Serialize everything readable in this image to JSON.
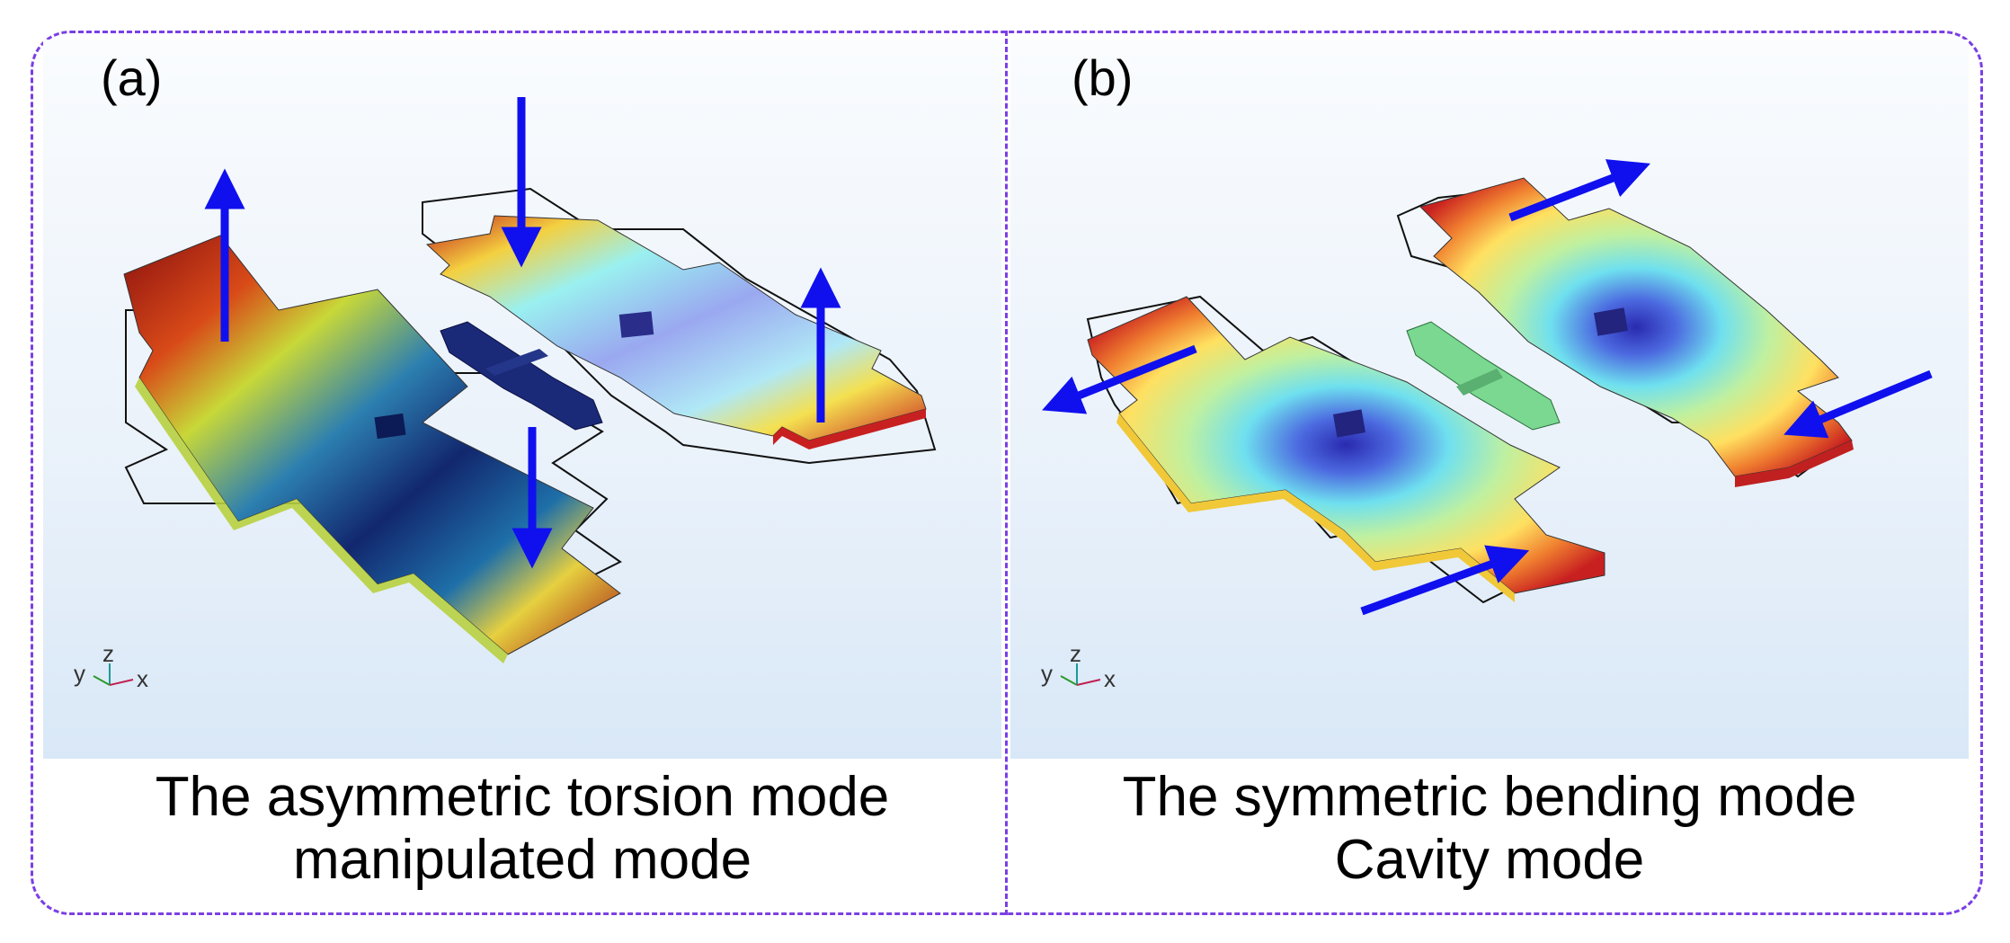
{
  "panels": [
    {
      "label": "(a)",
      "caption_line1": "The asymmetric torsion  mode",
      "caption_line2": "manipulated mode",
      "axes": {
        "y": "y",
        "z": "z",
        "x": "x"
      }
    },
    {
      "label": "(b)",
      "caption_line1": "The symmetric bending mode",
      "caption_line2": "Cavity mode",
      "axes": {
        "y": "y",
        "z": "z",
        "x": "x"
      }
    }
  ],
  "colors": {
    "border": "#7b3fe4",
    "arrow": "#1010ee",
    "hot": "#b01818",
    "warm": "#ffe060",
    "cool": "#5fe0ef",
    "cold": "#1c2f9a"
  }
}
